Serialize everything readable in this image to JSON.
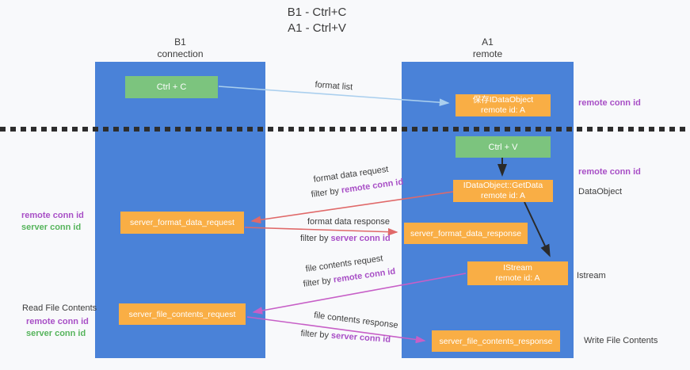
{
  "title": {
    "line1": "B1 - Ctrl+C",
    "line2": "A1 - Ctrl+V"
  },
  "lanes": {
    "left": {
      "title": "B1",
      "subtitle": "connection"
    },
    "right": {
      "title": "A1",
      "subtitle": "remote"
    }
  },
  "boxes": {
    "ctrl_c": {
      "label": "Ctrl + C"
    },
    "save_dataobject": {
      "line1": "保存IDataObject",
      "line2": "remote id: A"
    },
    "ctrl_v": {
      "label": "Ctrl + V"
    },
    "getdata": {
      "line1": "IDataObject::GetData",
      "line2": "remote id: A"
    },
    "format_request": {
      "label": "server_format_data_request"
    },
    "format_response": {
      "label": "server_format_data_response"
    },
    "istream": {
      "line1": "IStream",
      "line2": "remote id: A"
    },
    "file_request": {
      "label": "server_file_contents_request"
    },
    "file_response": {
      "label": "server_file_contents_response"
    }
  },
  "flow_labels": {
    "format_list": "format list",
    "format_data_request": "format data request",
    "format_data_response": "format data response",
    "file_contents_request": "file contents request",
    "file_contents_response": "file contents response",
    "filter_by": "filter by ",
    "remote_conn_id": "remote conn id",
    "server_conn_id": "server conn id"
  },
  "annotations": {
    "remote_conn_id": "remote conn id",
    "server_conn_id": "server conn id",
    "dataobject": "DataObject",
    "istream": "Istream",
    "read_file_contents": "Read File Contents",
    "write_file_contents": "Write File Contents"
  },
  "colors": {
    "lane_blue": "#4a82d8",
    "box_green": "#7cc47e",
    "box_orange": "#f9ae45",
    "arrow_blue": "#aacfee",
    "arrow_red": "#e06969",
    "arrow_magenta": "#c75fc7",
    "arrow_black": "#2a2a2a",
    "text_purple": "#a84fc6",
    "text_green": "#56b45c",
    "text_dark": "#3c3c3c"
  }
}
